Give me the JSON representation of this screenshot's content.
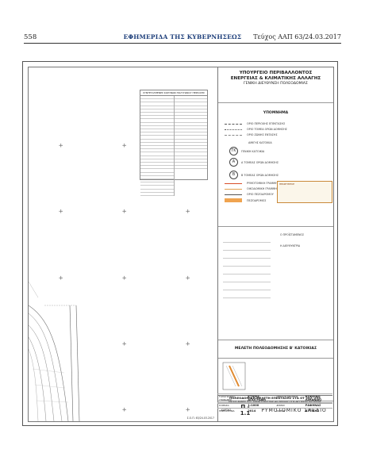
{
  "header": {
    "page_number": "558",
    "title": "ΕΦΗΜΕΡΙΔΑ ΤΗΣ ΚΥΒΕΡΝΗΣΕΩΣ",
    "issue": "Τεύχος ΑΑΠ 63/24.03.2017"
  },
  "title_block": {
    "ministry_line1": "ΥΠΟΥΡΓΕΙΟ ΠΕΡΙΒΑΛΛΟΝΤΟΣ",
    "ministry_line2": "ΕΝΕΡΓΕΙΑΣ & ΚΛΙΜΑΤΙΚΗΣ ΑΛΛΑΓΗΣ",
    "ministry_line3": "ΓΕΝΙΚΗ ΔΙΕΥΘΥΝΣΗ ΠΟΛΕΟΔΟΜΙΑΣ",
    "legend_title": "ΥΠΟΜΝΗΜΑ",
    "legend": [
      "ΟΡΙΟ ΠΕΡΙΟΧΗΣ ΕΠΕΚΤΑΣΗΣ",
      "ΟΡΙΟ ΤΟΜΕΑ ΟΡΩΝ ΔΟΜΗΣΗΣ",
      "ΟΡΙΟ ΖΩΝΗΣ ΕΝΤΑΣΗΣ",
      "ΑΜΙΓΗΣ ΚΑΤΟΙΚΙΑ",
      "ΓΕΝΙΚΗ ΚΑΤΟΙΚΙΑ",
      "Α ΤΟΜΕΑΣ ΟΡΩΝ ΔΟΜΗΣΗΣ",
      "Β ΤΟΜΕΑΣ ΟΡΩΝ ΔΟΜΗΣΗΣ",
      "ΡΥΜΟΤΟΜΙΚΗ ΓΡΑΜΜΗ",
      "ΟΙΚΟΔΟΜΙΚΗ ΓΡΑΜΜΗ",
      "ΟΡΙΟ ΠΕΖΟΔΡΟΜΟΥ",
      "ΠΕΖΟΔΡΟΜΟΣ"
    ],
    "legend_symbols": [
      "ΓΚ",
      "Α",
      "Β"
    ],
    "plan_title": "ΜΕΛΕΤΗ ΠΟΛΕΟΔΟΜΗΣΗΣ Β' ΚΑΤΟΙΚΙΑΣ",
    "project_title": "ΠΟΛΕΟΔΟΜΙΚΗ ΜΕΛΕΤΗ ΕΠΕΚΤΑΣΗΣ ΣΤΑ ΟΤ 252, 255",
    "project_subtitle": "ΕΝΤΟΣ ΖΩΝΗΣ ΠΟΥ ΧΑΡΑΚΤΗΡΙΣΤΗΚΕ ΩΣ ΠΕΡΙΟΧΗ ΤΗΣ ΔΕΥΤΕΡΗΣ ΚΑΤΟΙΚΙΑΣ",
    "sheet_label": "ΧΑΡΤΗΣ",
    "sheet_code": "Π - 1.1",
    "sheet_type": "ΡΥΜΟΤΟΜΙΚΟ ΣΧΕΔΙΟ",
    "fields": [
      {
        "label": "ΤΟΠΟΓΡΑΦΙΚΟ ΥΠΟΒΑΘΡΟ",
        "value": "ΚΤΗΜΑ ΑΠΟΓΡΑΦΗ",
        "label2": "ΠΕΡΙΟΧΗ ΜΕΛΕΤΗΣ",
        "value2": "ΚΟΚΚΙΝΟ ΛΙΜΑΝΑΚΙ"
      },
      {
        "label": "ΚΛΙΜΑΚΑ",
        "value": "1:1000",
        "label2": "ΔΗΜΟΣ",
        "value2": "ΡΑΦΗΝΑΣ"
      },
      {
        "label": "ΗΜΕΡΟΜΗΝΙΑ",
        "value": "2014",
        "label2": "ΝΟΜΟΣ",
        "value2": "ΑΤΤΙΚΗΣ"
      }
    ],
    "stamp_text": "ΘΕΩΡΗΘΗΚΕ",
    "sign_1": "Ο ΠΡΟΪΣΤΑΜΕΝΟΣ",
    "sign_2": "Η ΔΙΕΥΘΥΝΤΡΙΑ"
  },
  "map": {
    "table_title": "ΣΥΝΤΕΤΑΓΜΕΝΕΣ ΚΟΡΥΦΩΝ ΠΟΛΥΓΩΝΟΥ ΠΕΡΙΟΧΗΣ",
    "drawing_code": "Σ.Ο.Π. 63/24.03.2017"
  }
}
